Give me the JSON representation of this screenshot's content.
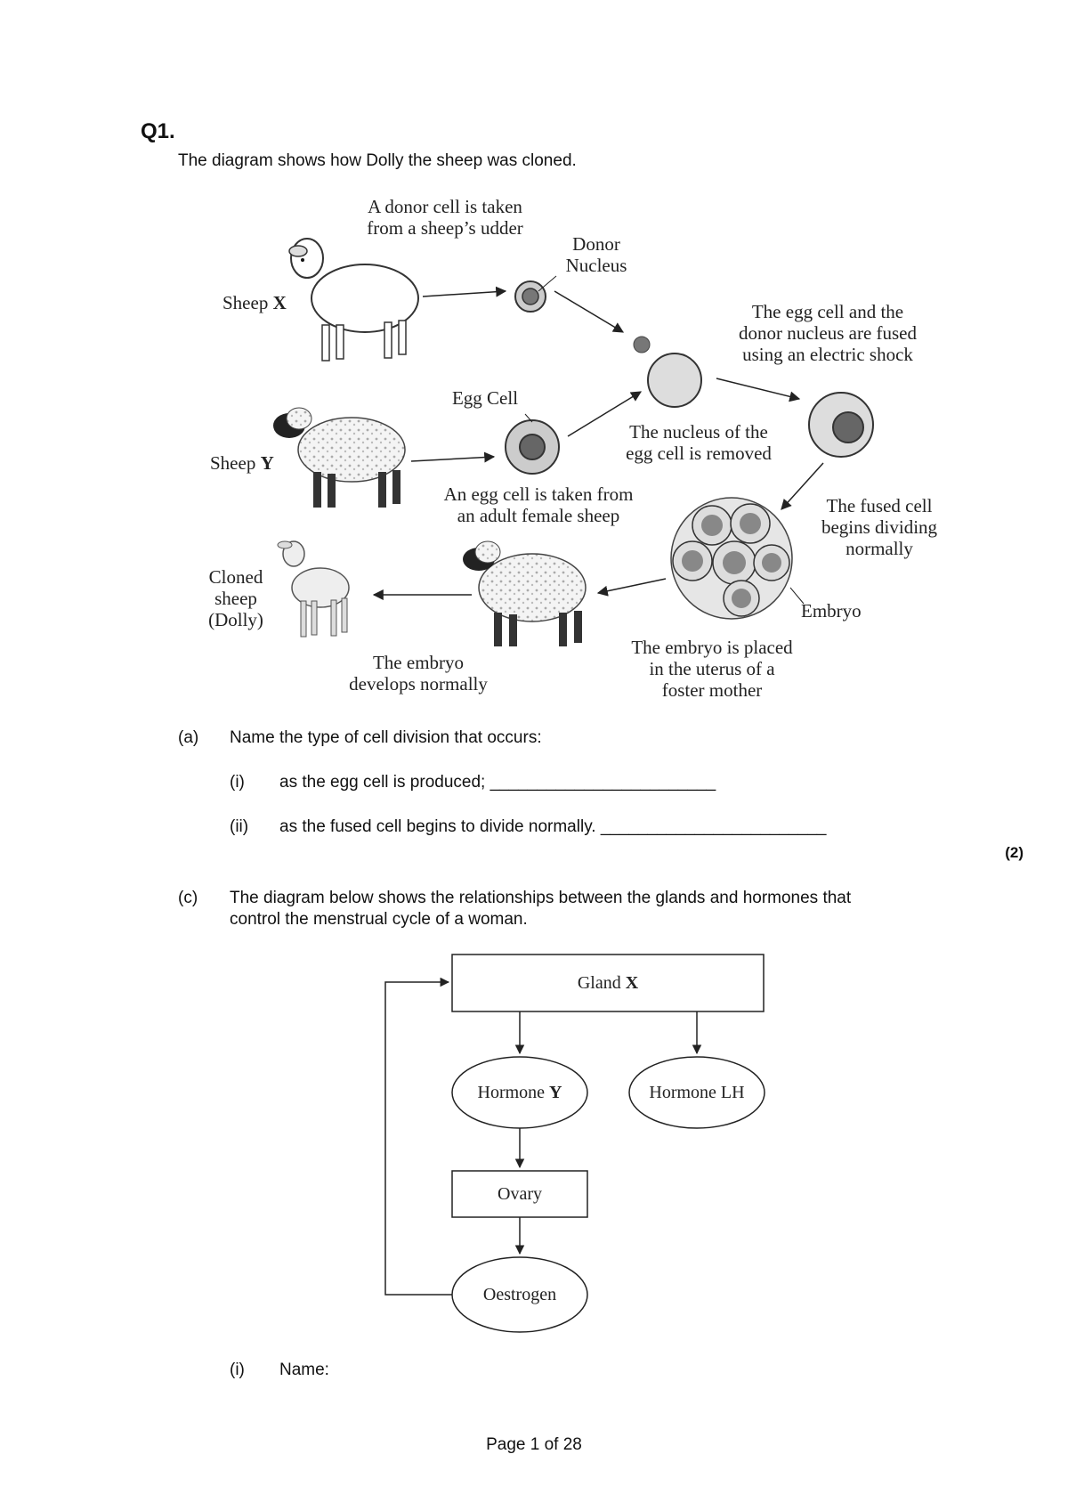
{
  "question": {
    "number": "Q1.",
    "intro": "The diagram shows how Dolly the sheep was cloned."
  },
  "diagram": {
    "donor_cell_label": [
      "A donor cell is taken",
      "from a sheep’s udder"
    ],
    "donor_nucleus_label": [
      "Donor",
      "Nucleus"
    ],
    "sheep_x_label": "Sheep",
    "sheep_x_letter": "X",
    "sheep_y_label": "Sheep",
    "sheep_y_letter": "Y",
    "egg_cell_label": "Egg Cell",
    "egg_taken_label": [
      "An egg cell is taken from",
      "an adult female sheep"
    ],
    "nucleus_removed_label": [
      "The nucleus of the",
      "egg cell is removed"
    ],
    "fused_label": [
      "The egg cell and the",
      "donor nucleus are fused",
      "using an electric shock"
    ],
    "dividing_label": [
      "The fused cell",
      "begins dividing",
      "normally"
    ],
    "embryo_label": "Embryo",
    "placed_label": [
      "The embryo is placed",
      "in the uterus of a",
      "foster mother"
    ],
    "develops_label": [
      "The embryo",
      "develops normally"
    ],
    "cloned_label": [
      "Cloned",
      "sheep",
      "(Dolly)"
    ]
  },
  "part_a": {
    "label": "(a)",
    "text": "Name the type of cell division that occurs:",
    "items": [
      {
        "num": "(i)",
        "text": "as the egg cell is produced; ________________________"
      },
      {
        "num": "(ii)",
        "text": "as the fused cell begins to divide normally. ________________________"
      }
    ],
    "marks": "(2)"
  },
  "part_c": {
    "label": "(c)",
    "text_line1": "The diagram below shows the relationships between the glands and hormones that",
    "text_line2": "control the menstrual cycle of a woman.",
    "flow": {
      "gland_prefix": "Gland ",
      "gland_letter": "X",
      "hormone_y_prefix": "Hormone ",
      "hormone_y_letter": "Y",
      "hormone_lh": "Hormone LH",
      "ovary": "Ovary",
      "oestrogen": "Oestrogen"
    },
    "sub_i_num": "(i)",
    "sub_i_text": "Name:"
  },
  "footer": "Page 1 of 28"
}
